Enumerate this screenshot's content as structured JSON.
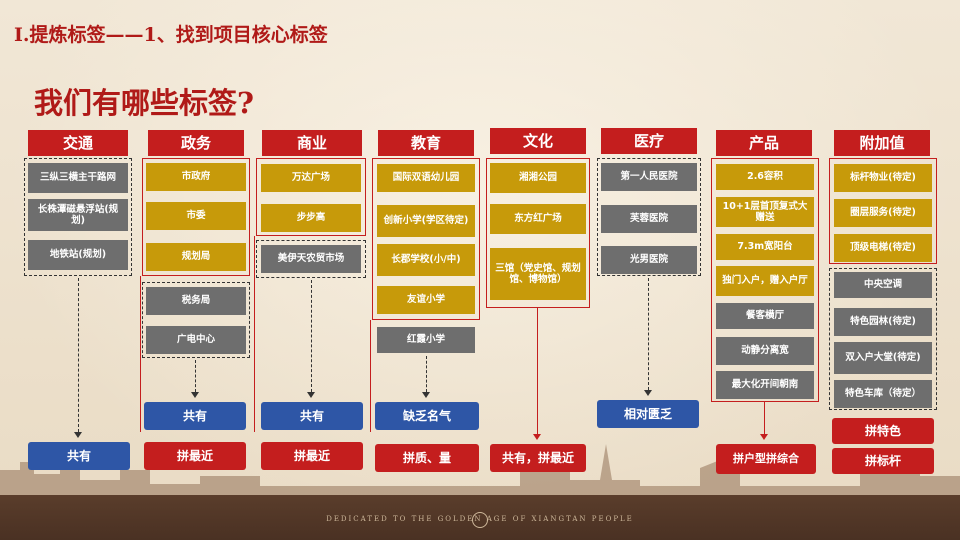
{
  "header": {
    "section_title": "I.提炼标签——1、找到项目核心标签",
    "question": "我们有哪些标签?"
  },
  "footer": {
    "text": "DEDICATED TO THE GOLDEN        AGE OF XIANGTAN PEOPLE"
  },
  "colors": {
    "red": "#c41e1e",
    "gold": "#c79a0a",
    "gray": "#6e6e6e",
    "blue": "#2e56a6"
  },
  "columns": {
    "transport": {
      "title": "交通",
      "items": [
        "三纵三横主干路网",
        "长株潭磁悬浮站(规划)",
        "地铁站(规划)"
      ],
      "result": "共有"
    },
    "government": {
      "title": "政务",
      "items_red": [
        "市政府",
        "市委",
        "规划局"
      ],
      "items_dash": [
        "税务局",
        "广电中心"
      ],
      "shared": "共有",
      "result": "拼最近"
    },
    "commerce": {
      "title": "商业",
      "items_red": [
        "万达广场",
        "步步高"
      ],
      "items_dash": [
        "美伊天农贸市场"
      ],
      "shared": "共有",
      "result": "拼最近"
    },
    "education": {
      "title": "教育",
      "items_red": [
        "国际双语幼儿园",
        "创新小学(学区待定)",
        "长郡学校(小/中)",
        "友谊小学"
      ],
      "items_dash": [
        "红霞小学"
      ],
      "shared": "缺乏名气",
      "result": "拼质、量"
    },
    "culture": {
      "title": "文化",
      "items_red": [
        "湘湘公园",
        "东方红广场",
        "三馆（党史馆、规划馆、博物馆）"
      ],
      "result": "共有，拼最近"
    },
    "medical": {
      "title": "医疗",
      "items_dash": [
        "第一人民医院",
        "芙蓉医院",
        "光男医院"
      ],
      "shared": "相对匮乏"
    },
    "product": {
      "title": "产品",
      "items_gold": [
        "2.6容积",
        "10+1层首顶复式大赠送",
        "7.3m宽阳台",
        "独门入户，赠入户厅"
      ],
      "items_gray": [
        "餐客横厅",
        "动静分离宽",
        "最大化开间朝南"
      ],
      "result": "拼户型拼综合"
    },
    "value_added": {
      "title": "附加值",
      "items_gold": [
        "标杆物业(待定)",
        "圈层服务(待定)",
        "顶级电梯(待定)"
      ],
      "items_gray": [
        "中央空调",
        "特色园林(待定)",
        "双入户大堂(待定)",
        "特色车库（待定）"
      ],
      "result_1": "拼特色",
      "result_2": "拼标杆"
    }
  }
}
